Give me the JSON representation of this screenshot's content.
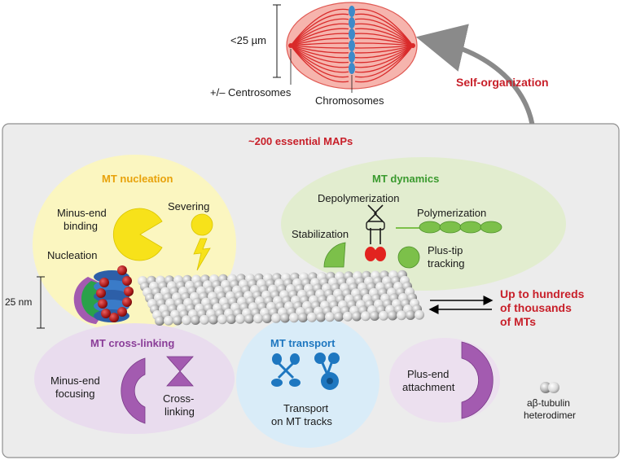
{
  "spindle": {
    "scale_label": "<25 µm",
    "centrosomes_label": "+/– Centrosomes",
    "chromosomes_label": "Chromosomes"
  },
  "self_organization_label": "Self-organization",
  "panel": {
    "title": "~200 essential MAPs",
    "scale_label": "25 nm",
    "mt_count_label": [
      "Up to hundreds",
      "of thousands",
      "of MTs"
    ],
    "dimer_label": [
      "aβ-tubulin",
      "heterodimer"
    ]
  },
  "nucleation": {
    "title": "MT nucleation",
    "minus_end_binding": [
      "Minus-end",
      "binding"
    ],
    "severing": "Severing",
    "nucleation": "Nucleation"
  },
  "dynamics": {
    "title": "MT dynamics",
    "depolymerization": "Depolymerization",
    "polymerization": "Polymerization",
    "stabilization": "Stabilization",
    "plus_tip": [
      "Plus-tip",
      "tracking"
    ]
  },
  "crosslinking": {
    "title": "MT cross-linking",
    "minus_end_focusing": [
      "Minus-end",
      "focusing"
    ],
    "cross_linking": [
      "Cross-",
      "linking"
    ]
  },
  "transport": {
    "title": "MT transport",
    "transport_label": [
      "Transport",
      "on MT tracks"
    ]
  },
  "plus_end": {
    "label": [
      "Plus-end",
      "attachment"
    ]
  },
  "colors": {
    "nucleation_bg": "#fbf6c0",
    "dynamics_bg": "#e2edcf",
    "crosslinking_bg": "#e9dcee",
    "transport_bg": "#d9ecf8",
    "plus_end_bg": "#ece0ef",
    "nucleation_title": "#e8a20a",
    "dynamics_title": "#3a9a2e",
    "crosslinking_title": "#8a3d98",
    "transport_title": "#1e77c0",
    "red": "#c8202a",
    "panel_bg": "#ececec"
  }
}
